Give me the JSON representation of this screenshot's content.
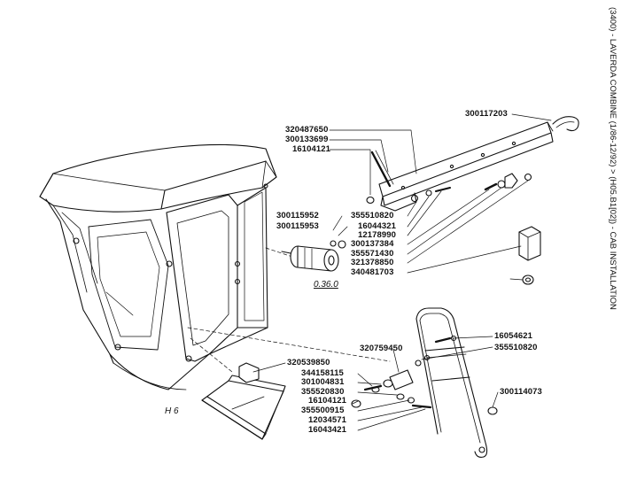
{
  "header": {
    "title": "(3400) - LAVERDA COMBINE (1/86-12/92) > (H05.B1[02]) - CAB INSTALLATION"
  },
  "diagram": {
    "group_label": "H 6",
    "assembly_ref": "0.36.0",
    "parts": [
      "300117203",
      "320487650",
      "300133699",
      "16104121",
      "300115952",
      "300115953",
      "355510820",
      "16044321",
      "12178990",
      "300137384",
      "355571430",
      "321378850",
      "340481703",
      "16054621",
      "355510820",
      "320759450",
      "320539850",
      "344158115",
      "301004831",
      "355520830",
      "16104121",
      "355500915",
      "12034571",
      "16043421",
      "300114073"
    ]
  }
}
